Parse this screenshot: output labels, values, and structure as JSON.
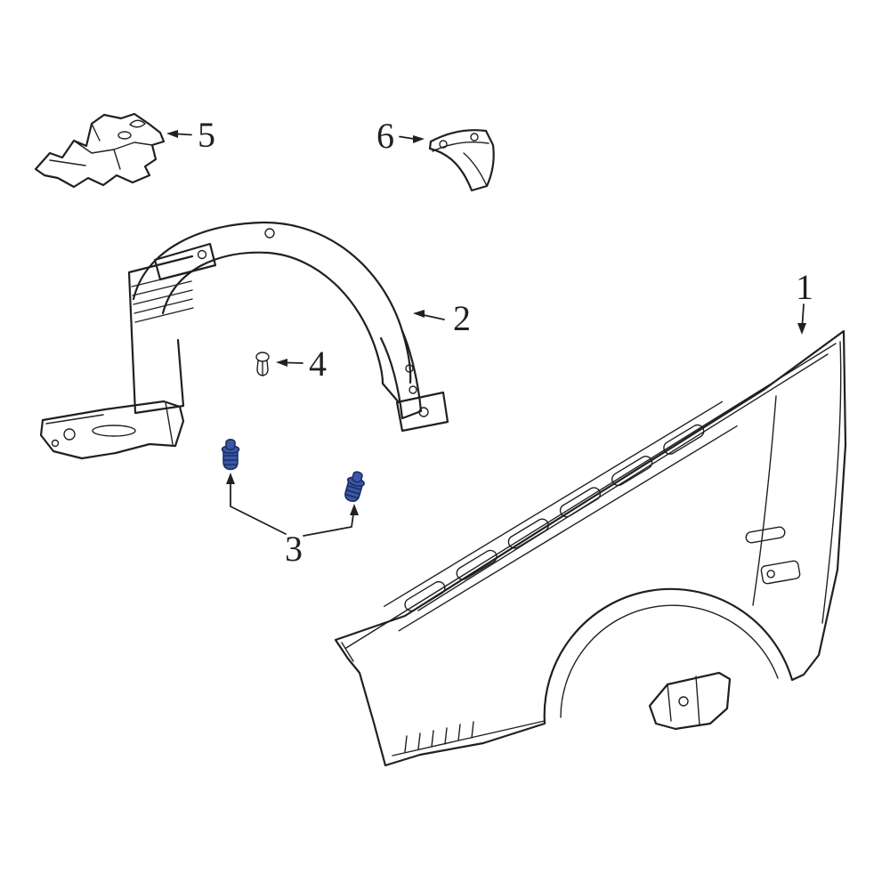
{
  "diagram": {
    "background_color": "#ffffff",
    "line_color": "#231f20",
    "clip_fill_color": "#3a57a8",
    "clip_outline_color": "#1c2e63",
    "callouts": {
      "c1": {
        "label": "1"
      },
      "c2": {
        "label": "2"
      },
      "c3": {
        "label": "3"
      },
      "c4": {
        "label": "4"
      },
      "c5": {
        "label": "5"
      },
      "c6": {
        "label": "6"
      }
    }
  }
}
